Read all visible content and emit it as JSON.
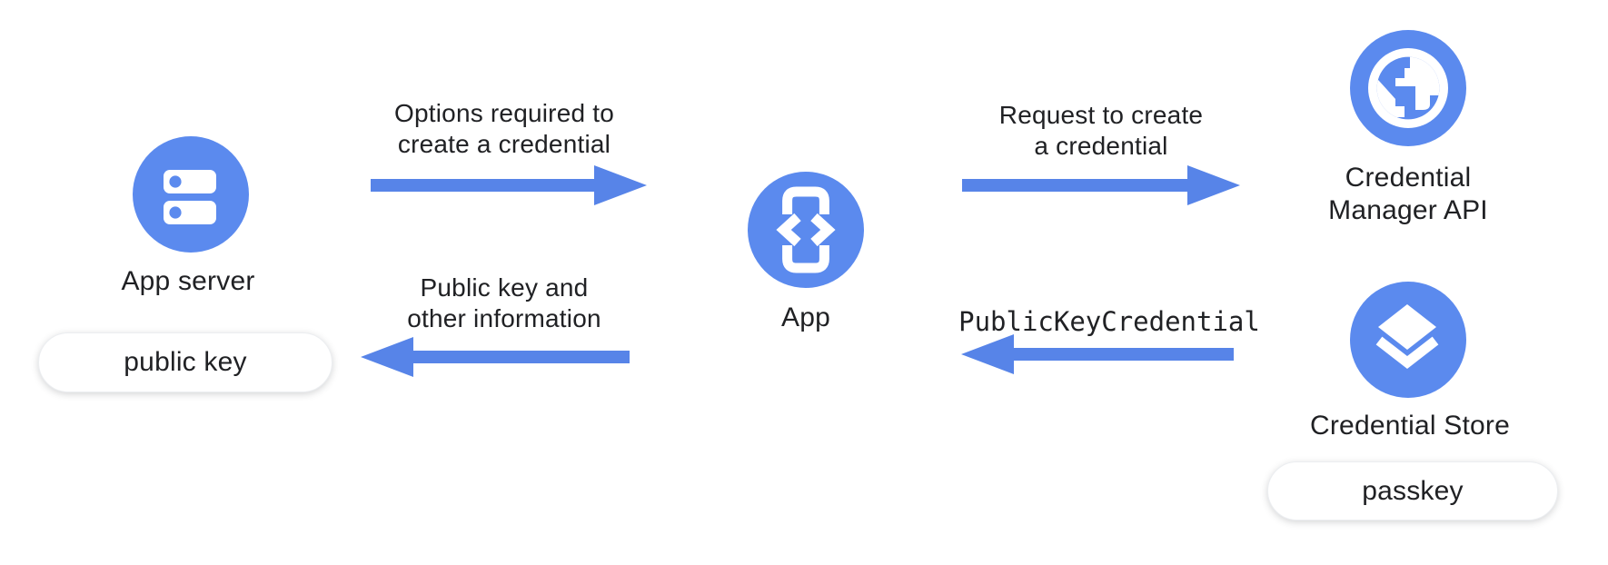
{
  "diagram": {
    "title_implied": "Passkey creation flow",
    "colors": {
      "node_blue": "#5B8AEE",
      "arrow_blue": "#5784E8",
      "text": "#202124",
      "background": "#ffffff",
      "pill_background": "#ffffff"
    },
    "nodes": [
      {
        "id": "app-server",
        "label": "App server",
        "icon": "server-icon",
        "badge": "public key"
      },
      {
        "id": "app",
        "label": "App",
        "icon": "phone-code-icon"
      },
      {
        "id": "credential-manager-api",
        "label": "Credential\nManager API",
        "icon": "globe-icon"
      },
      {
        "id": "credential-store",
        "label": "Credential Store",
        "icon": "layers-icon",
        "badge": "passkey"
      }
    ],
    "arrows": [
      {
        "id": "options-arrow",
        "from": "App server",
        "to": "App",
        "direction": "right",
        "label": "Options required to\ncreate a credential"
      },
      {
        "id": "request-arrow",
        "from": "App",
        "to": "Credential Manager API",
        "direction": "right",
        "label": "Request to create\na credential"
      },
      {
        "id": "public-key-arrow",
        "from": "App",
        "to": "App server",
        "direction": "left",
        "label": "Public key and\nother information"
      },
      {
        "id": "publickeycredential-arrow",
        "from": "Credential Store",
        "to": "App",
        "direction": "left",
        "label": "PublicKeyCredential",
        "label_style": "monospace"
      }
    ]
  }
}
